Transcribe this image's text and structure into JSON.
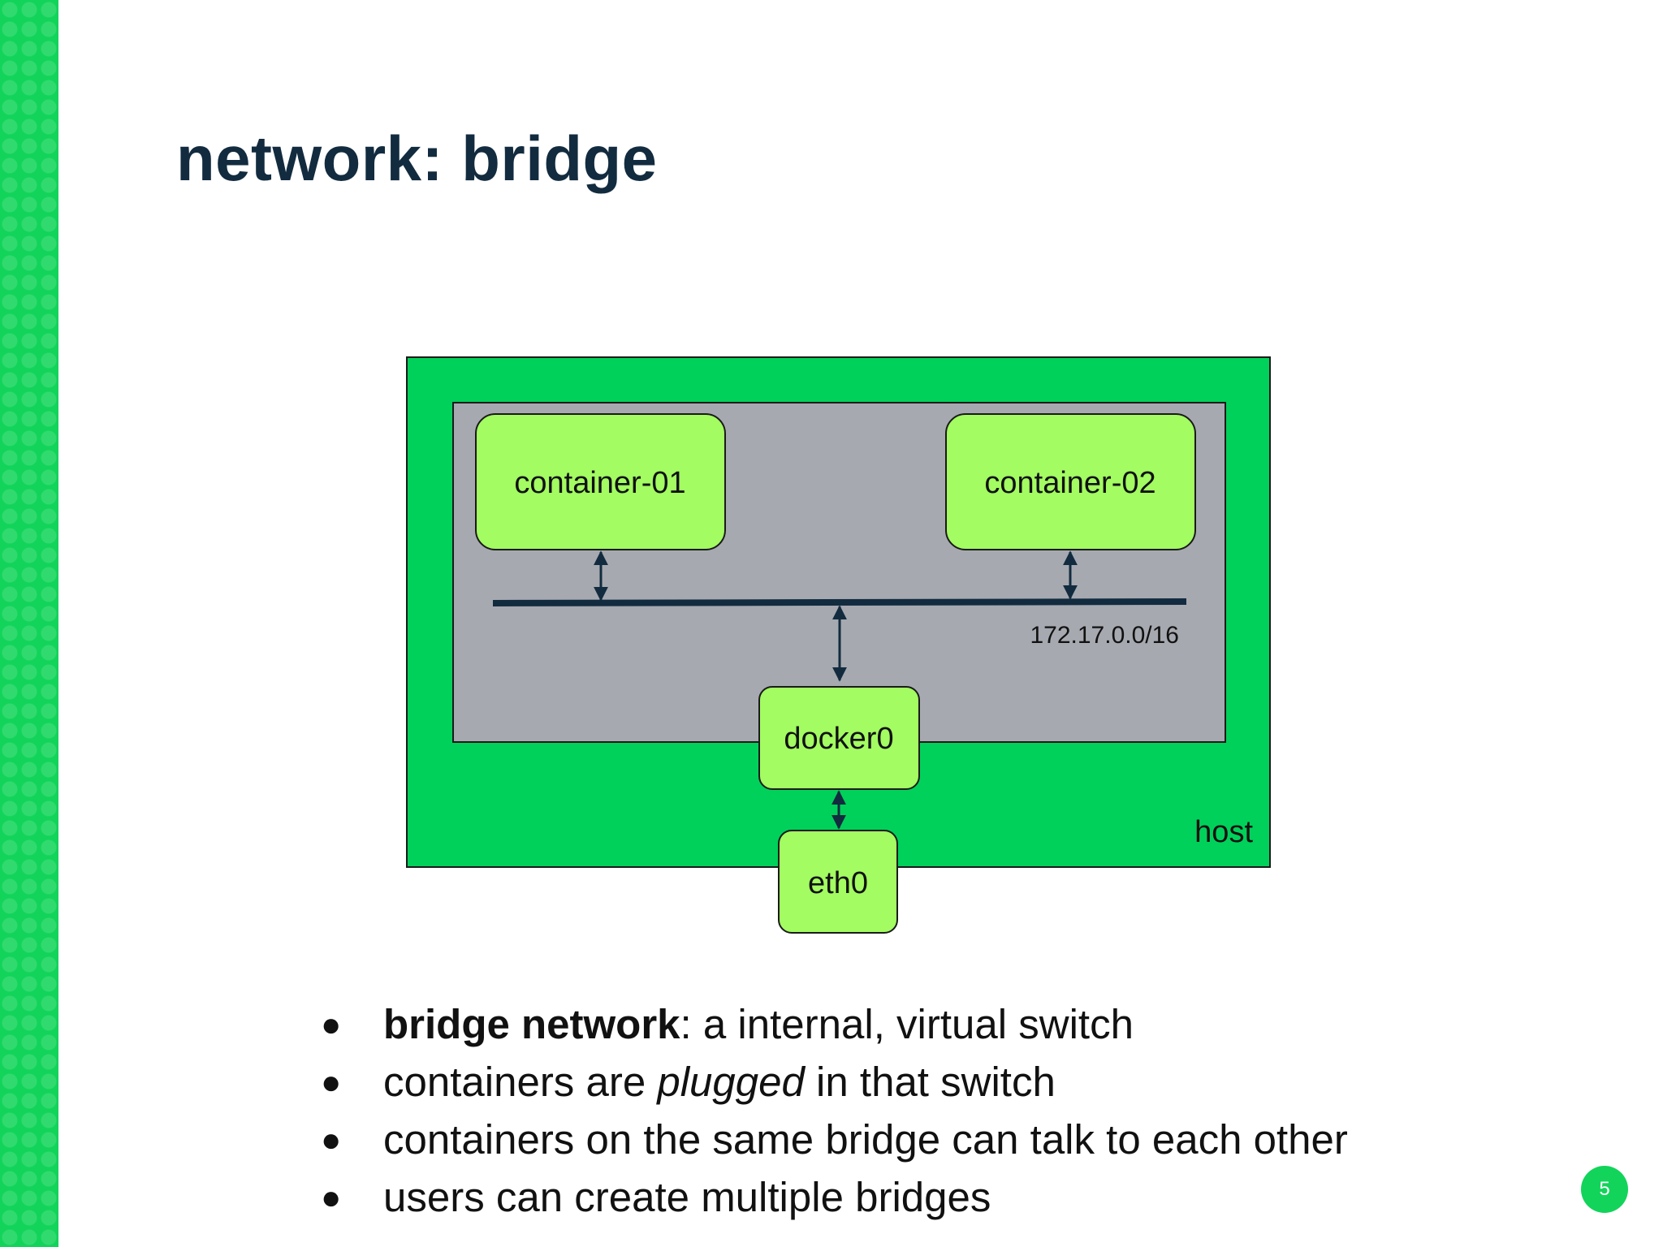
{
  "slide": {
    "title": "network: bridge",
    "page_number": "5"
  },
  "diagram": {
    "host_label": "host",
    "container_01": "container-01",
    "container_02": "container-02",
    "subnet_label": "172.17.0.0/16",
    "bridge_label": "docker0",
    "nic_label": "eth0",
    "colors": {
      "host_fill": "#00d15a",
      "inner_fill": "#a6a9b0",
      "node_fill": "#a3fc61",
      "line": "#122b3f"
    }
  },
  "bullets": [
    {
      "bold": "bridge network",
      "text": ": a internal, virtual switch"
    },
    {
      "before": "containers are ",
      "italic": "plugged",
      "after": " in that switch"
    },
    {
      "text": "containers on the same bridge can talk to each other"
    },
    {
      "text": "users can create multiple bridges"
    }
  ],
  "bullet_marker": "●"
}
